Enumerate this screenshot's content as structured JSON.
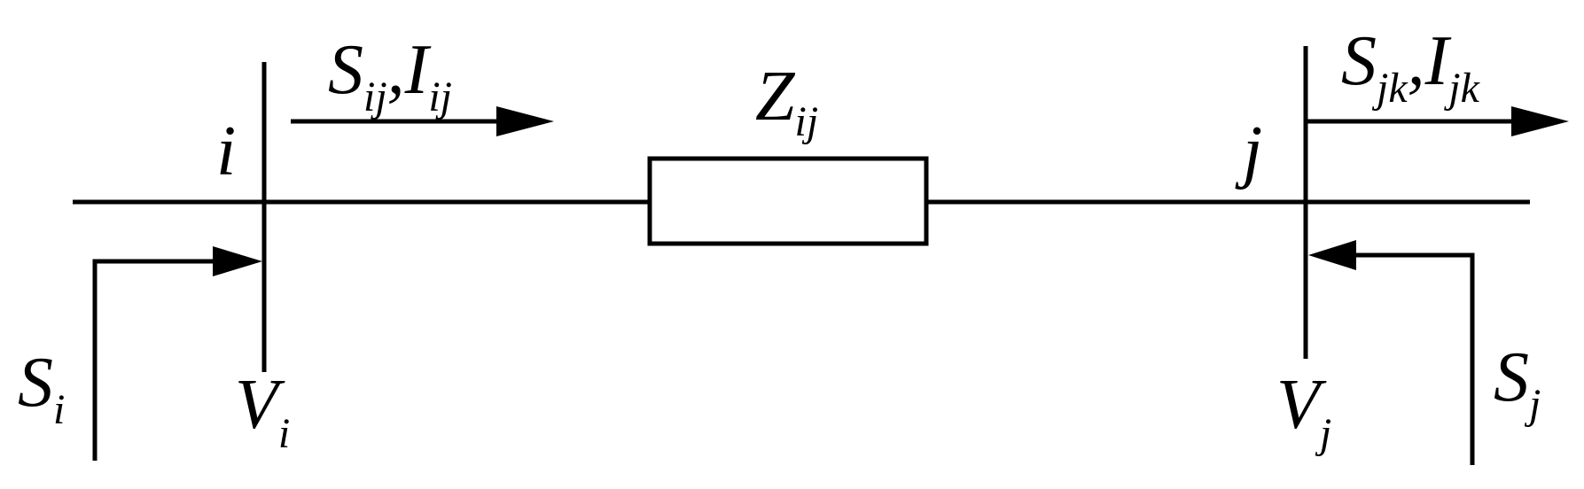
{
  "labels": {
    "bus_i": {
      "name": "i"
    },
    "bus_j": {
      "name": "j"
    },
    "flow_ij": {
      "s_main": "S",
      "s_sub": "ij",
      "sep": ",",
      "i_main": "I",
      "i_sub": "ij"
    },
    "flow_jk": {
      "s_main": "S",
      "s_sub": "jk",
      "sep": ",",
      "i_main": "I",
      "i_sub": "jk"
    },
    "impedance": {
      "main": "Z",
      "sub": "ij"
    },
    "voltage_i": {
      "main": "V",
      "sub": "i"
    },
    "voltage_j": {
      "main": "V",
      "sub": "j"
    },
    "injection_i": {
      "main": "S",
      "sub": "i"
    },
    "injection_j": {
      "main": "S",
      "sub": "j"
    }
  },
  "colors": {
    "line": "#000000",
    "background": "#ffffff"
  }
}
